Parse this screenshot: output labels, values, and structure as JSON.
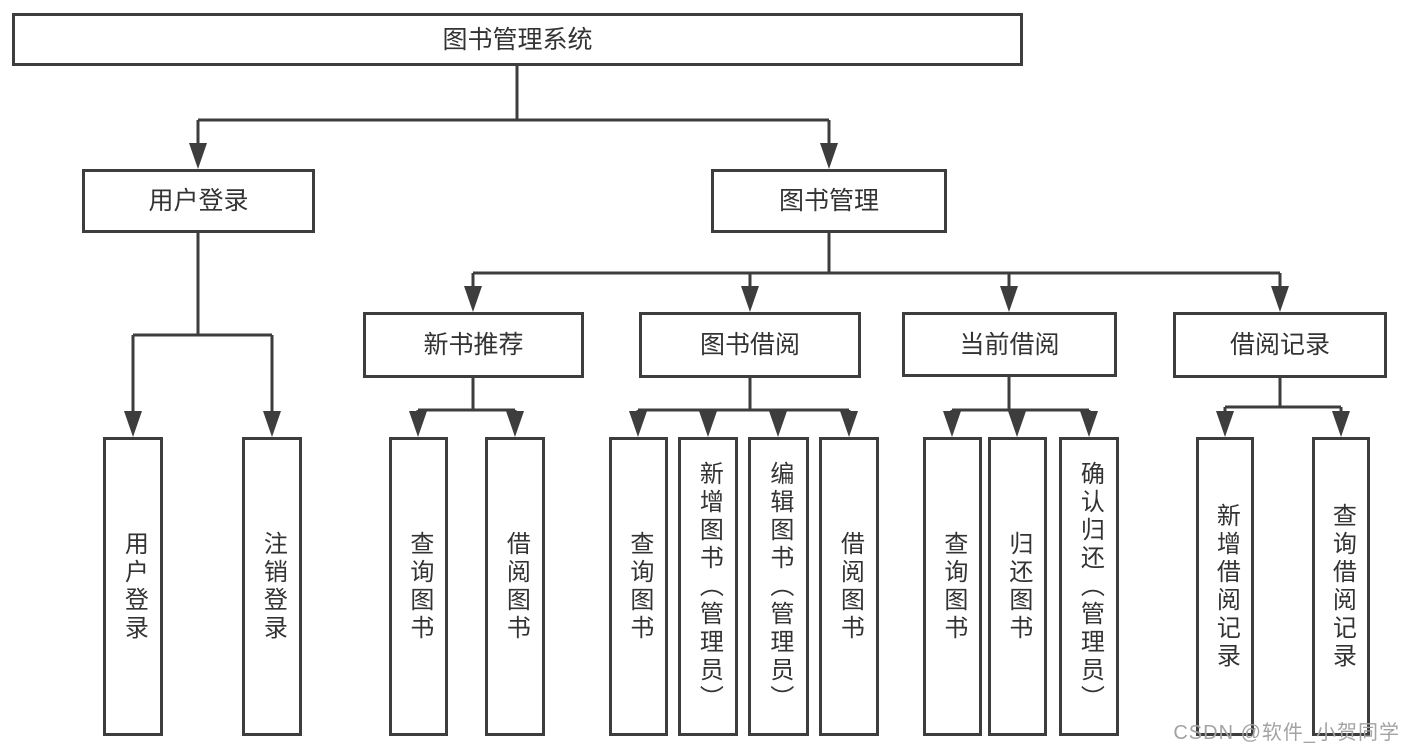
{
  "diagram": {
    "title": "图书管理系统",
    "nodes": {
      "root": "图书管理系统",
      "user_login": "用户登录",
      "book_mgmt": "图书管理",
      "new_book": "新书推荐",
      "book_borrow": "图书借阅",
      "current_borrow": "当前借阅",
      "borrow_records": "借阅记录",
      "leaf_user_login": "用户登录",
      "leaf_logout": "注销登录",
      "leaf_nb_query": "查询图书",
      "leaf_nb_borrow": "借阅图书",
      "leaf_bb_query": "查询图书",
      "leaf_bb_add": "新增图书（管理员）",
      "leaf_bb_edit": "编辑图书（管理员）",
      "leaf_bb_borrow": "借阅图书",
      "leaf_cb_query": "查询图书",
      "leaf_cb_return": "归还图书",
      "leaf_cb_confirm": "确认归还（管理员）",
      "leaf_br_add": "新增借阅记录",
      "leaf_br_query": "查询借阅记录"
    },
    "tree": {
      "图书管理系统": {
        "用户登录": [
          "用户登录",
          "注销登录"
        ],
        "图书管理": {
          "新书推荐": [
            "查询图书",
            "借阅图书"
          ],
          "图书借阅": [
            "查询图书",
            "新增图书（管理员）",
            "编辑图书（管理员）",
            "借阅图书"
          ],
          "当前借阅": [
            "查询图书",
            "归还图书",
            "确认归还（管理员）"
          ],
          "借阅记录": [
            "新增借阅记录",
            "查询借阅记录"
          ]
        }
      }
    },
    "watermark": "CSDN @软件_小贺同学",
    "colors": {
      "line": "#3d3d3d",
      "text": "#333333",
      "background": "#ffffff",
      "watermark": "#a3a3a3"
    }
  }
}
